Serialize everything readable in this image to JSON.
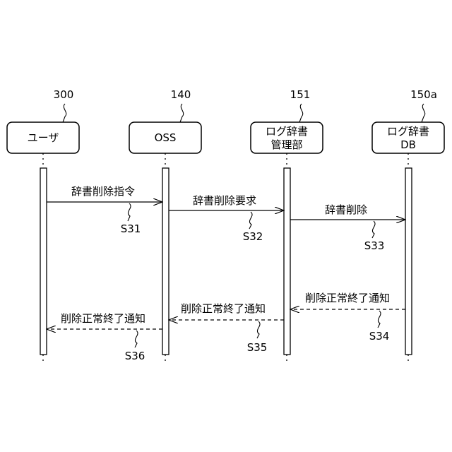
{
  "participants": [
    {
      "ref": "300",
      "label_lines": [
        "ユーザ"
      ]
    },
    {
      "ref": "140",
      "label_lines": [
        "OSS"
      ]
    },
    {
      "ref": "151",
      "label_lines": [
        "ログ辞書",
        "管理部"
      ]
    },
    {
      "ref": "150a",
      "label_lines": [
        "ログ辞書",
        "DB"
      ]
    }
  ],
  "messages": [
    {
      "text": "辞書削除指令",
      "step": "S31",
      "from": 0,
      "to": 1,
      "style": "solid"
    },
    {
      "text": "辞書削除要求",
      "step": "S32",
      "from": 1,
      "to": 2,
      "style": "solid"
    },
    {
      "text": "辞書削除",
      "step": "S33",
      "from": 2,
      "to": 3,
      "style": "solid"
    },
    {
      "text": "削除正常終了通知",
      "step": "S34",
      "from": 3,
      "to": 2,
      "style": "dashed"
    },
    {
      "text": "削除正常終了通知",
      "step": "S35",
      "from": 2,
      "to": 1,
      "style": "dashed"
    },
    {
      "text": "削除正常終了通知",
      "step": "S36",
      "from": 1,
      "to": 0,
      "style": "dashed"
    }
  ]
}
